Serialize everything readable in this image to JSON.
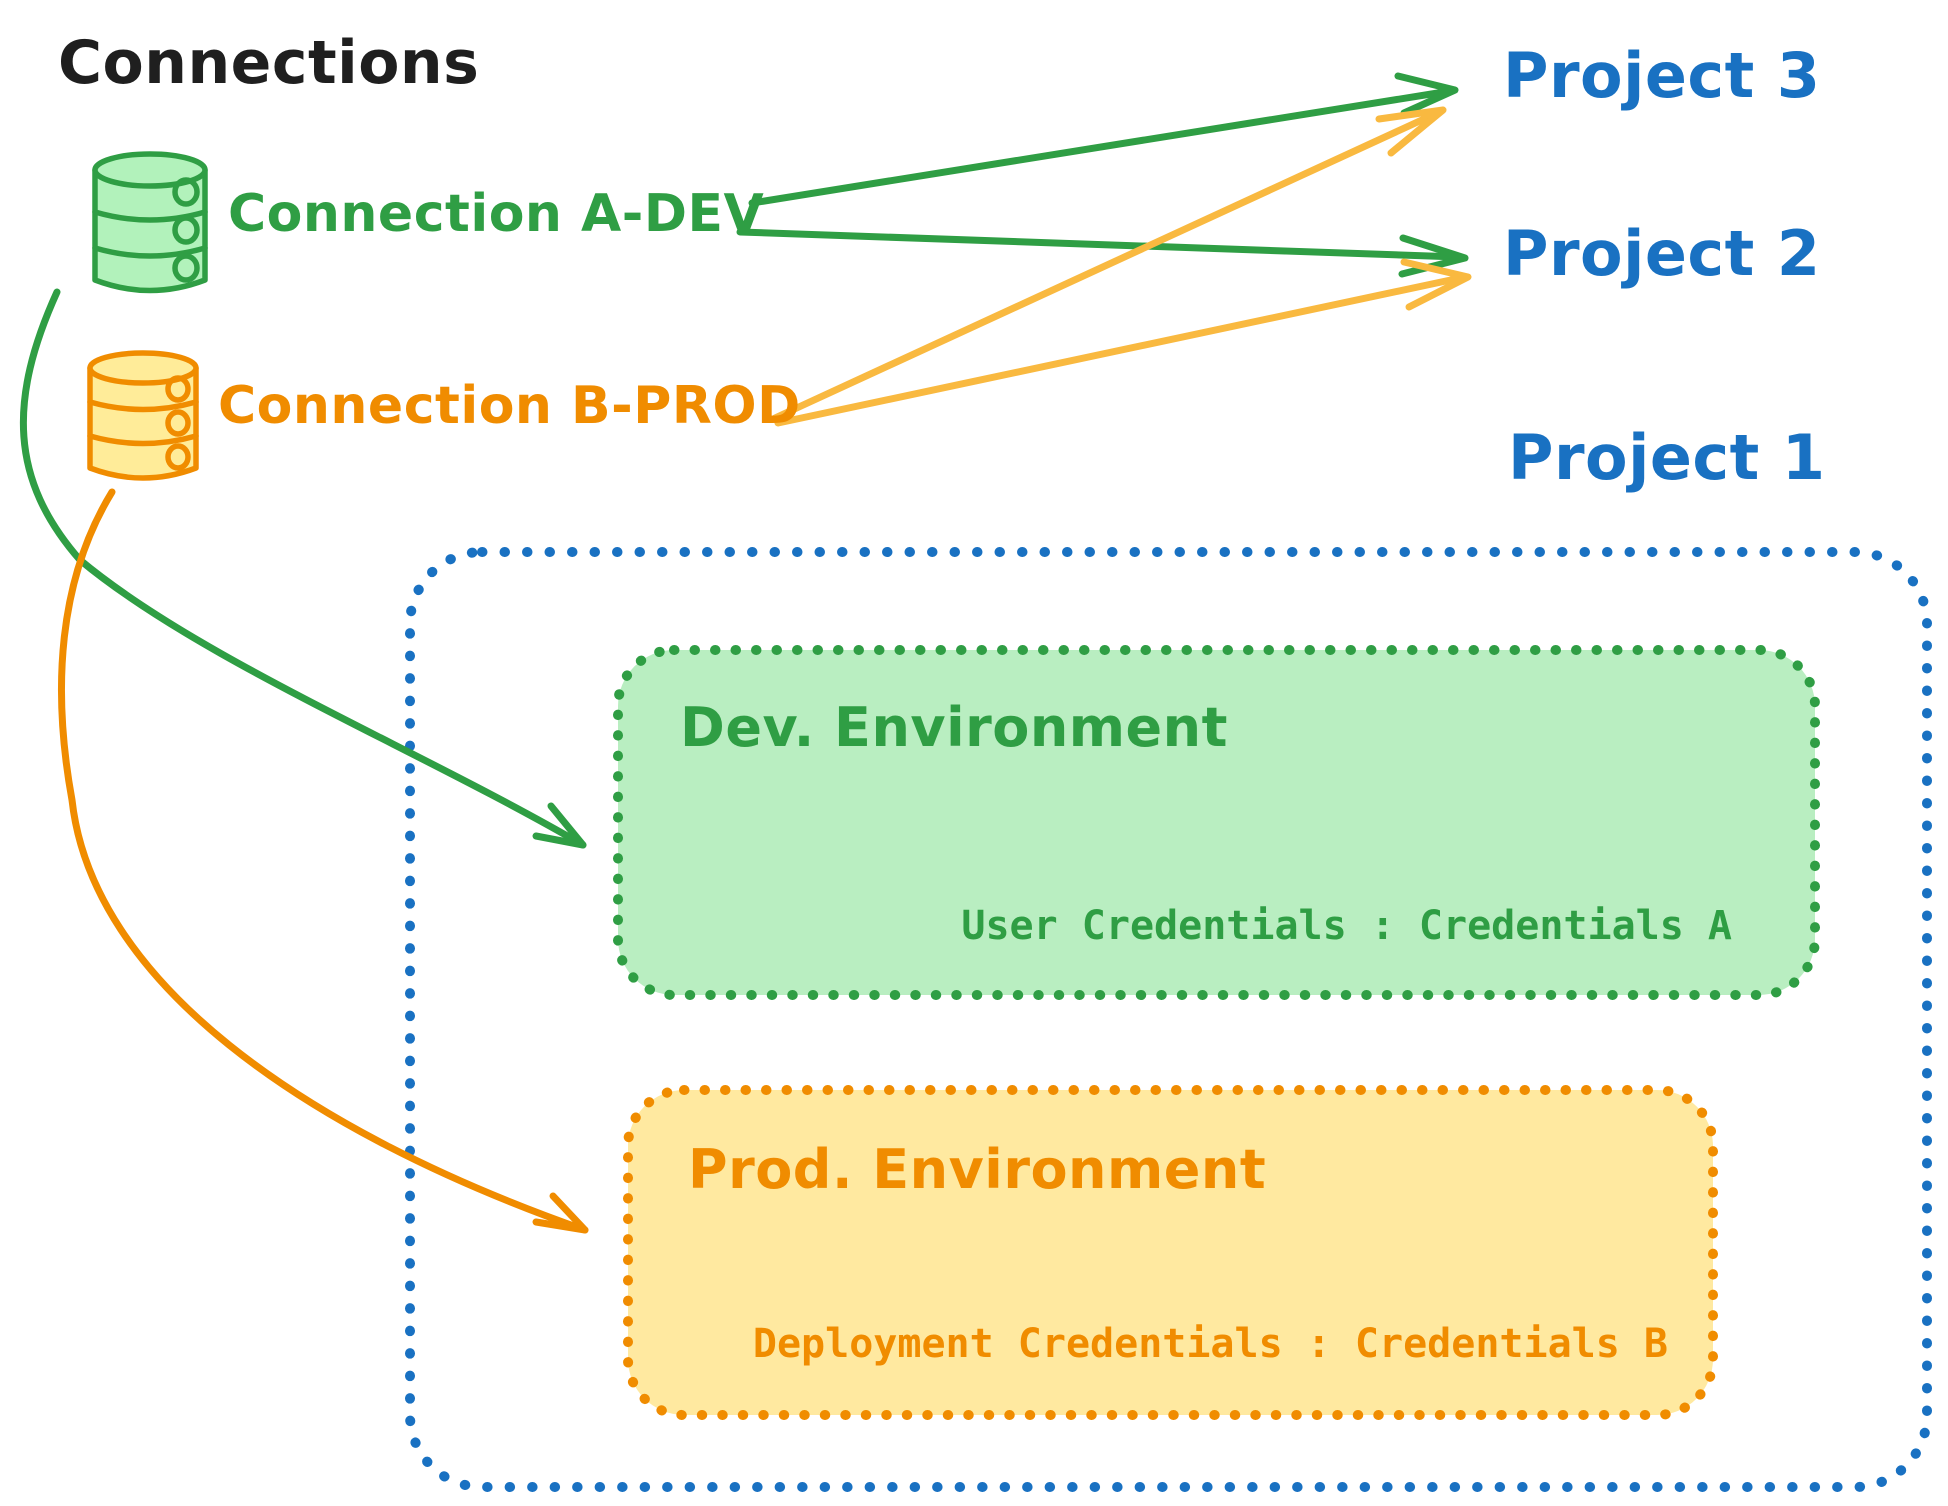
{
  "title": "Connections",
  "colors": {
    "ink": "#1f1f1f",
    "green": "#2f9e44",
    "green_fill": "#b2f2bb",
    "green_box_fill": "#b9eec1",
    "orange": "#f08c00",
    "orange_fill": "#ffec99",
    "orange_box_fill": "#ffe9a0",
    "blue": "#1971c2"
  },
  "connections": [
    {
      "label": "Connection A-DEV",
      "icon": "database-icon",
      "color": "#2f9e44"
    },
    {
      "label": "Connection B-PROD",
      "icon": "database-icon",
      "color": "#f08c00"
    }
  ],
  "projects": [
    {
      "label": "Project 3"
    },
    {
      "label": "Project 2"
    },
    {
      "label": "Project 1"
    }
  ],
  "environments": [
    {
      "title": "Dev. Environment",
      "credentials": "User Credentials : Credentials A"
    },
    {
      "title": "Prod. Environment",
      "credentials": "Deployment Credentials : Credentials B"
    }
  ]
}
